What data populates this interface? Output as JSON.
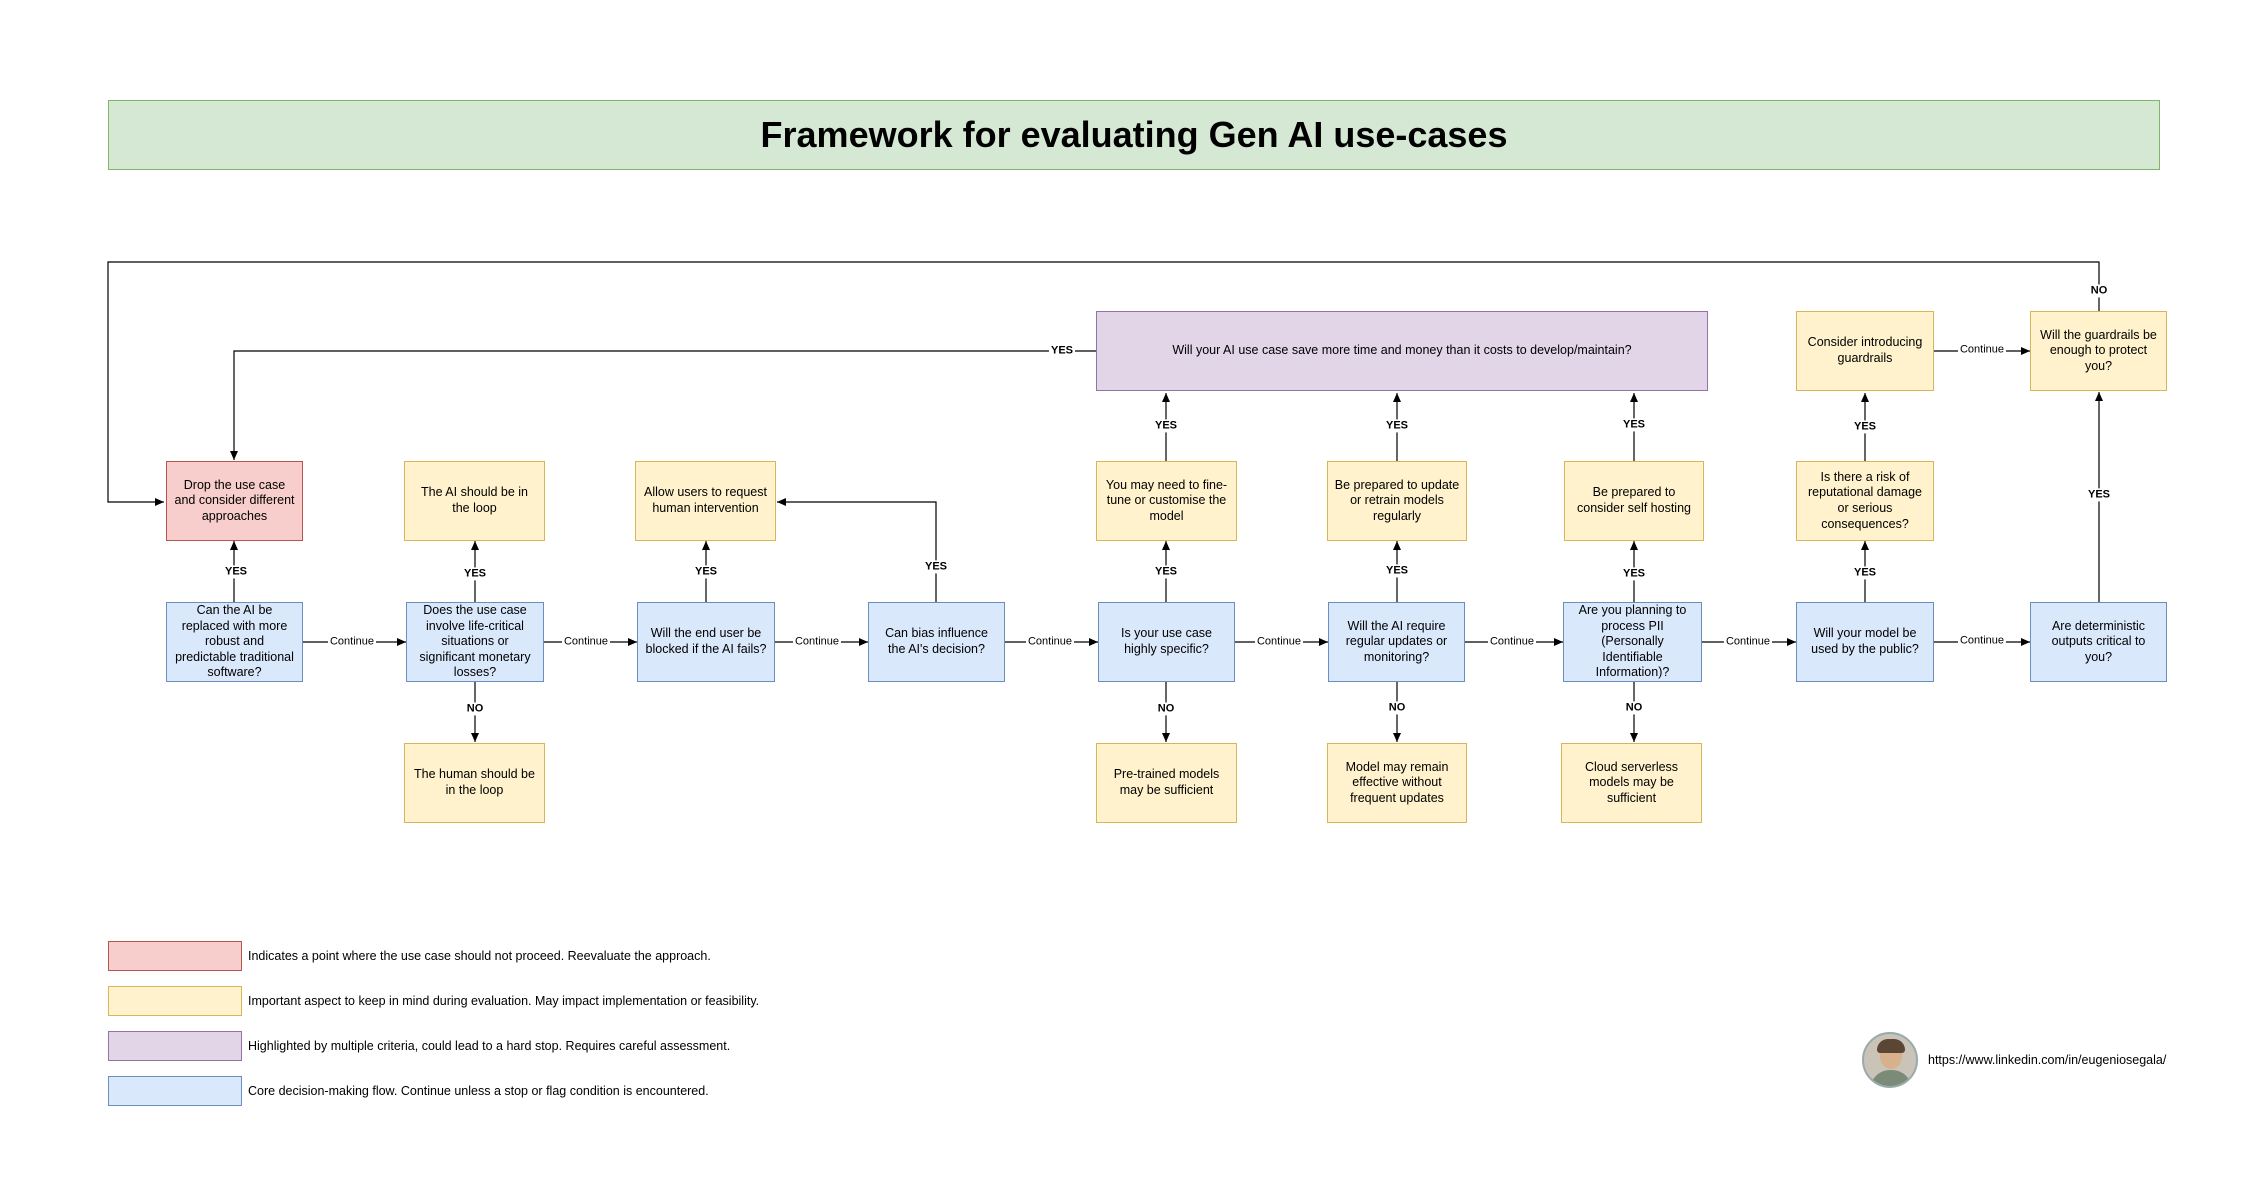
{
  "title": "Framework for evaluating Gen AI use-cases",
  "nodes": {
    "q_replace": "Can the AI be replaced with more robust and predictable traditional software?",
    "q_life": "Does the use case involve life-critical situations or significant monetary losses?",
    "q_blocked": "Will the end user be blocked if the AI fails?",
    "q_bias": "Can bias influence the AI's decision?",
    "q_specific": "Is your use case highly specific?",
    "q_updates": "Will the AI require regular updates or monitoring?",
    "q_pii": "Are you planning to process PII (Personally Identifiable Information)?",
    "q_public": "Will your model be used by the public?",
    "q_deterministic": "Are deterministic outputs critical to you?",
    "drop": "Drop the use case and consider different approaches",
    "ai_loop": "The AI should be in the loop",
    "human_loop": "The human should be in the loop",
    "allow_intervention": "Allow users to request human intervention",
    "finetune": "You may need to fine-tune or customise the model",
    "pretrained": "Pre-trained models may be sufficient",
    "retrain": "Be prepared to update or retrain models regularly",
    "remain_effective": "Model may remain effective without frequent updates",
    "self_hosting": "Be prepared to consider self hosting",
    "serverless": "Cloud serverless models may be sufficient",
    "reputational": "Is there a risk of reputational damage or serious consequences?",
    "guardrails": "Consider introducing guardrails",
    "guardrails_enough": "Will the guardrails be enough to protect you?",
    "save_money": "Will your AI use case save more time and money than it costs to develop/maintain?"
  },
  "edge_labels": {
    "yes": "YES",
    "no": "NO",
    "continue": "Continue"
  },
  "legend": [
    {
      "color": "#f8cecc",
      "text": "Indicates a point where the use case should not proceed. Reevaluate the approach."
    },
    {
      "color": "#fff2cc",
      "text": "Important aspect to keep in mind during evaluation. May impact implementation or feasibility."
    },
    {
      "color": "#e1d5e7",
      "text": "Highlighted by multiple criteria, could lead to a hard stop. Requires careful assessment."
    },
    {
      "color": "#dae8fc",
      "text": "Core decision-making flow. Continue unless a stop or flag condition is encountered."
    }
  ],
  "author_link": "https://www.linkedin.com/in/eugeniosegala/",
  "colors": {
    "blue_fill": "#dae8fc",
    "yellow_fill": "#fff2cc",
    "red_fill": "#f8cecc",
    "purple_fill": "#e1d5e7",
    "title_fill": "#d5e8d4"
  }
}
